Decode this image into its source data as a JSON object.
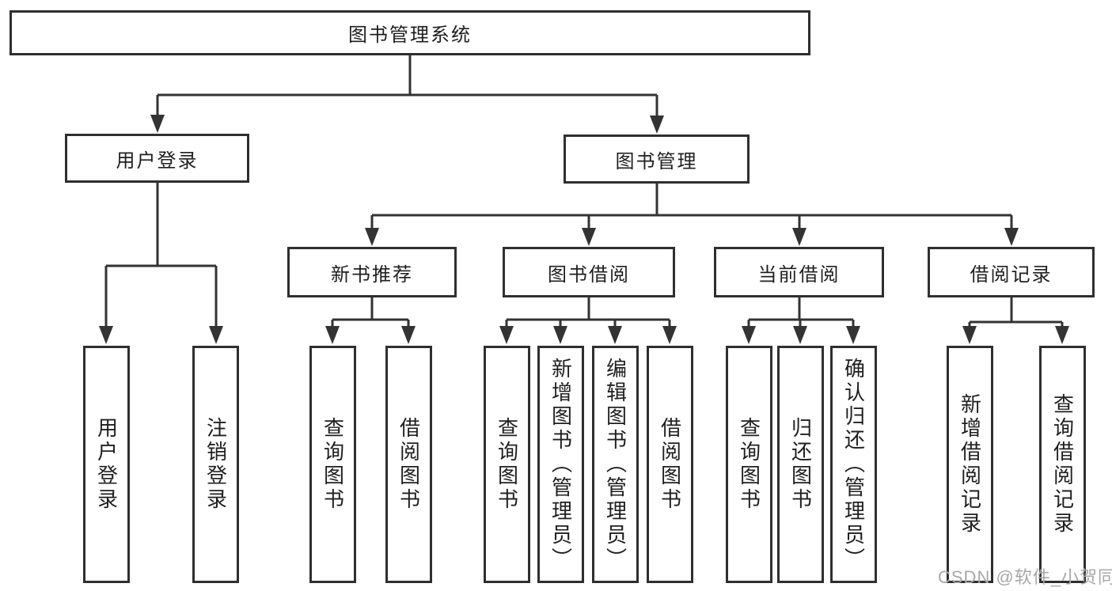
{
  "watermark": "CSDN @软件_小贺同学",
  "tree": {
    "root": {
      "label": "图书管理系统"
    },
    "branches": [
      {
        "label": "用户登录",
        "children": [
          {
            "label": "用户登录"
          },
          {
            "label": "注销登录"
          }
        ]
      },
      {
        "label": "图书管理",
        "children": [
          {
            "label": "新书推荐",
            "children": [
              {
                "label": "查询图书"
              },
              {
                "label": "借阅图书"
              }
            ]
          },
          {
            "label": "图书借阅",
            "children": [
              {
                "label": "查询图书"
              },
              {
                "label": "新增图书（管理员）"
              },
              {
                "label": "编辑图书（管理员）"
              },
              {
                "label": "借阅图书"
              }
            ]
          },
          {
            "label": "当前借阅",
            "children": [
              {
                "label": "查询图书"
              },
              {
                "label": "归还图书"
              },
              {
                "label": "确认归还（管理员）"
              }
            ]
          },
          {
            "label": "借阅记录",
            "children": [
              {
                "label": "新增借阅记录"
              },
              {
                "label": "查询借阅记录"
              }
            ]
          }
        ]
      }
    ]
  },
  "colors": {
    "line": "#333333",
    "box_border": "#2f2f2f",
    "text": "#1f1f1f",
    "watermark": "#a8a8a8",
    "background": "#ffffff"
  }
}
